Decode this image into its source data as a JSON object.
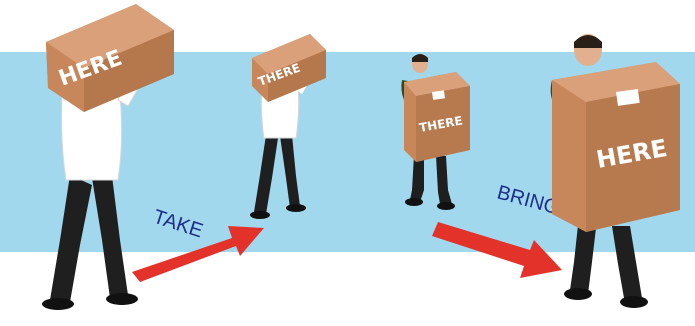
{
  "scene": {
    "colors": {
      "panel": "#a9dcf0",
      "panel_dark": "#8fcbe6",
      "box": "#c8875a",
      "box_dark": "#a56a42",
      "box_light": "#d9a07a",
      "arrow": "#e3322a",
      "verb": "#1d2f8a",
      "shirt": "#ffffff",
      "trousers": "#1f1f1f",
      "skin": "#e2b08e"
    },
    "box_labels": {
      "take_near": "HERE",
      "take_far": "THERE",
      "bring_far": "THERE",
      "bring_near": "HERE"
    },
    "verbs": {
      "take": "TAKE",
      "bring": "BRING"
    }
  }
}
